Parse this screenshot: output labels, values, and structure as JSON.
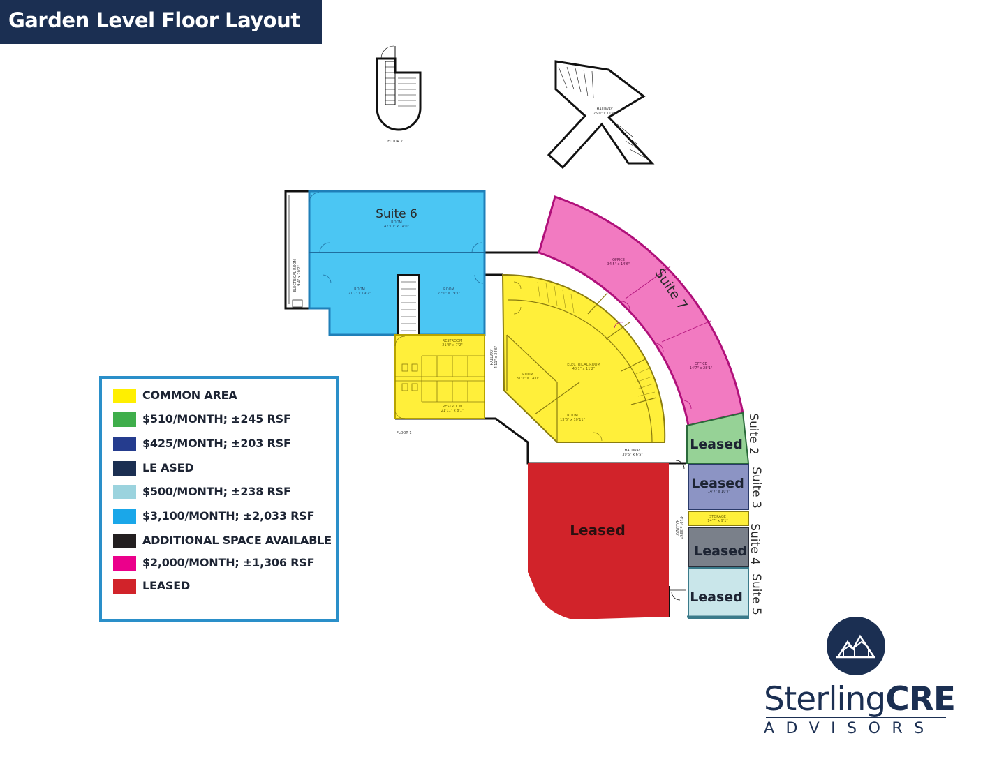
{
  "title": "Garden Level Floor Layout",
  "colors": {
    "common": "#ffef3a",
    "green": "#96d296",
    "purple": "#8c94c4",
    "gray": "#7a808a",
    "light_blue": "#c9e6ea",
    "blue": "#4bc6f3",
    "pink": "#f27ac1",
    "red": "#d1232a",
    "navy": "#1b2f52",
    "legend_border": "#2a8fc9"
  },
  "plan": {
    "suite6": "Suite 6",
    "suite7": "Suite 7",
    "suite2": "Suite 2",
    "suite3": "Suite 3",
    "suite4": "Suite 4",
    "suite5": "Suite 5",
    "leased_big": "Leased",
    "leased_s2": "Leased",
    "leased_s3": "Leased",
    "leased_s4": "Leased",
    "leased_s5": "Leased",
    "small": {
      "floor2": "FLOOR 2",
      "floor1": "FLOOR 1",
      "hallway_top": "HALLWAY",
      "hallway_top_dim": "25'0\" x 11'4\"",
      "suite6_room": "ROOM",
      "suite6_room_dim": "47'10\" x 14'0\"",
      "room_a": "ROOM",
      "room_a_dim": "21'7\" x 19'2\"",
      "room_b": "ROOM",
      "room_b_dim": "22'0\" x 19'1\"",
      "electrical_left": "ELECTRICAL ROOM",
      "electrical_left_dim": "9'4\" x 20'2\"",
      "restroom_top": "RESTROOM",
      "restroom_top_dim": "21'8\" x 7'2\"",
      "restroom_bottom": "RESTROOM",
      "restroom_bottom_dim": "21'11\" x 8'1\"",
      "hallway_mid": "HALLWAY",
      "hallway_mid_dim": "4'11\" x 34'6\"",
      "electrical_room": "ELECTRICAL ROOM",
      "electrical_room_dim": "40'1\" x 11'2\"",
      "room_c": "ROOM",
      "room_c_dim": "31'1\" x 14'0\"",
      "room_d": "ROOM",
      "room_d_dim": "13'6\" x 10'11\"",
      "office_1": "OFFICE",
      "office_1_dim": "34'5\" x 14'6\"",
      "office_2": "OFFICE",
      "office_2_dim": "14'7\" x 28'1\"",
      "hallway_bottom": "HALLWAY",
      "hallway_bottom_dim": "39'6\" x 6'5\"",
      "hallway_right": "HALLWAY",
      "hallway_right_dim": "4'10\" x 33'6\"",
      "storage": "STORAGE",
      "storage_dim": "14'7\" x 9'1\"",
      "office_s3_dim": "14'7\" x 10'7\""
    }
  },
  "legend": {
    "items": [
      {
        "label": "COMMON AREA",
        "color": "#ffef00"
      },
      {
        "label": "$510/MONTH; ±245 RSF",
        "color": "#3fae4b"
      },
      {
        "label": "$425/MONTH; ±203 RSF",
        "color": "#253c8e"
      },
      {
        "label": "LE ASED",
        "color": "#1b2f52"
      },
      {
        "label": "$500/MONTH; ±238 RSF",
        "color": "#9bd3de"
      },
      {
        "label": "$3,100/MONTH; ±2,033 RSF",
        "color": "#1aa7e9"
      },
      {
        "label": "ADDITIONAL SPACE AVAILABLE",
        "color": "#231f20"
      },
      {
        "label": "$2,000/MONTH; ±1,306 RSF",
        "color": "#eb008b"
      },
      {
        "label": "LEASED",
        "color": "#d1232a"
      }
    ]
  },
  "logo": {
    "name_light": "Sterling",
    "name_bold": "CRE",
    "sub": "ADVISORS"
  }
}
